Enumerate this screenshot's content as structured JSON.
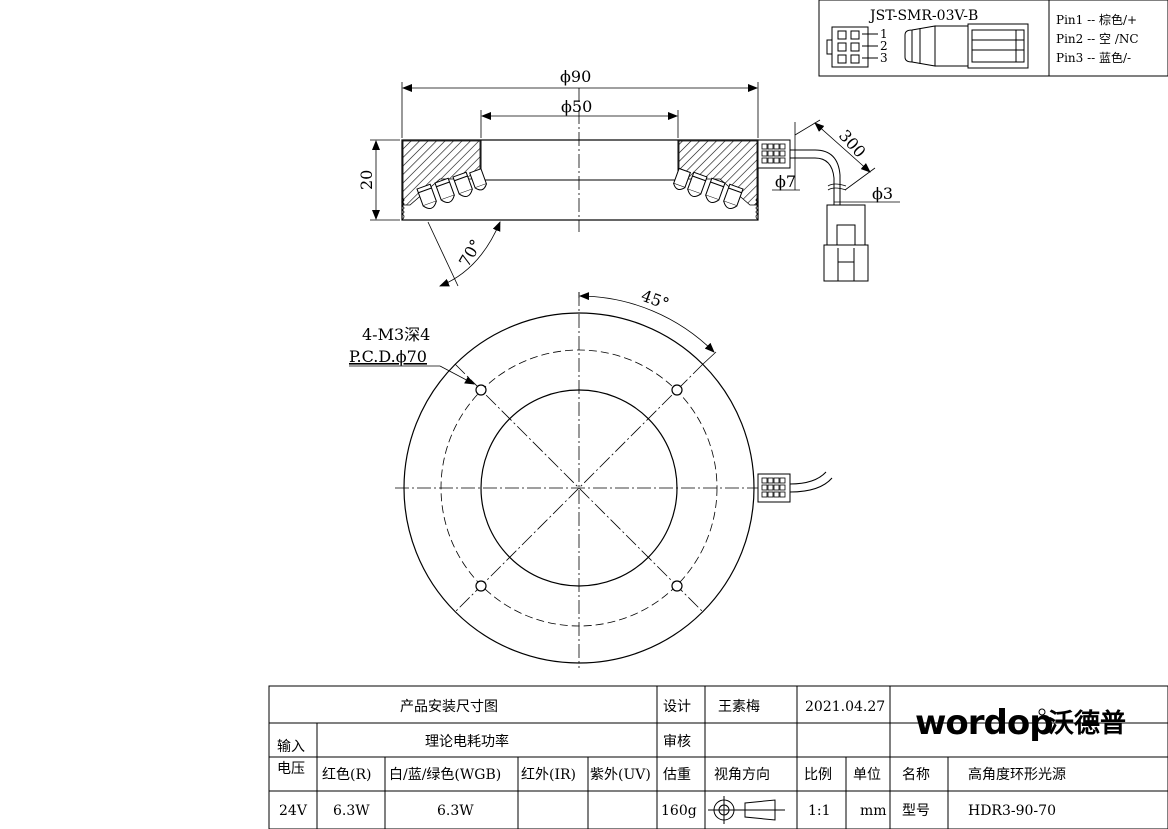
{
  "connector": {
    "model": "JST-SMR-03V-B",
    "pin_numbers": [
      "1",
      "2",
      "3"
    ],
    "pins": [
      "Pin1 -- 棕色/+",
      "Pin2 -- 空 /NC",
      "Pin3 -- 蓝色/-"
    ]
  },
  "side_view": {
    "outer_dia": "ϕ90",
    "inner_dia": "ϕ50",
    "height": "20",
    "angle": "70°",
    "cable_length": "300",
    "connector_dia": "ϕ7",
    "cable_dia": "ϕ3"
  },
  "top_view": {
    "angle": "45°",
    "hole_spec": "4-M3深4",
    "pcd": "P.C.D.ϕ70"
  },
  "title_block": {
    "drawing_title": "产品安装尺寸图",
    "design_label": "设计",
    "designer": "王素梅",
    "date": "2021.04.27",
    "check_label": "审核",
    "input_voltage_label_1": "输入",
    "input_voltage_label_2": "电压",
    "power_label": "理论电耗功率",
    "col_red": "红色(R)",
    "col_wgb": "白/蓝/绿色(WGB)",
    "col_ir": "红外(IR)",
    "col_uv": "紫外(UV)",
    "weight_label": "估重",
    "view_label": "视角方向",
    "scale_label": "比例",
    "unit_label": "单位",
    "name_label": "名称",
    "name_value": "高角度环形光源",
    "voltage": "24V",
    "power_red": "6.3W",
    "power_wgb": "6.3W",
    "weight": "160g",
    "scale": "1:1",
    "unit": "mm",
    "model_label": "型号",
    "model_value": "HDR3-90-70",
    "logo_brand": "wordop",
    "logo_cn": "沃德普"
  }
}
